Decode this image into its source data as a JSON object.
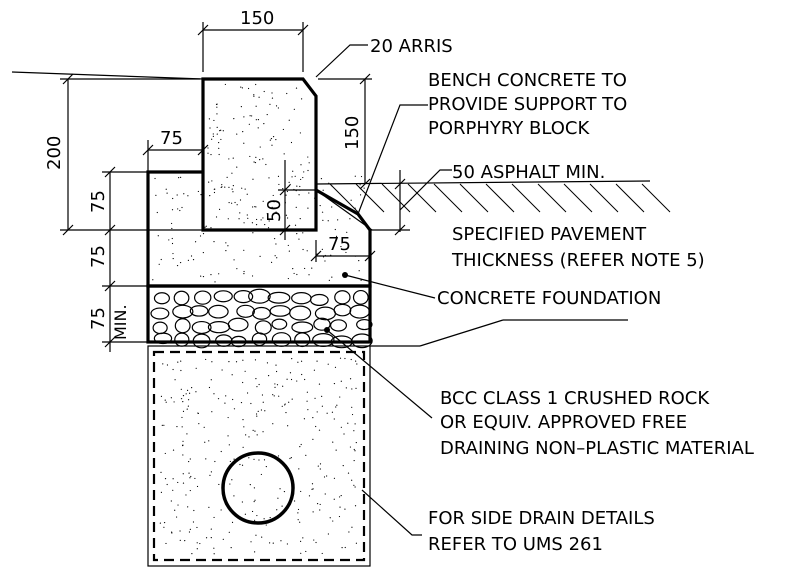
{
  "dimensions": {
    "kerb_width": "150",
    "kerb_height": "200",
    "upstand": "150",
    "ledge_width": "75",
    "layer1": "75",
    "layer2": "75",
    "layer3": "75",
    "layer3_suffix": "MIN.",
    "embed": "50",
    "bench_width": "75"
  },
  "labels": {
    "arris": "20 ARRIS",
    "bench_line1": "BENCH CONCRETE TO",
    "bench_line2": "PROVIDE SUPPORT TO",
    "bench_line3": "PORPHYRY BLOCK",
    "asphalt": "50 ASPHALT MIN.",
    "pavement_line1": "SPECIFIED PAVEMENT",
    "pavement_line2": "THICKNESS (REFER NOTE 5)",
    "foundation": "CONCRETE FOUNDATION",
    "rock_line1": "BCC CLASS 1 CRUSHED ROCK",
    "rock_line2": "OR EQUIV. APPROVED FREE",
    "rock_line3": "DRAINING NON–PLASTIC MATERIAL",
    "drain_line1": "FOR SIDE DRAIN DETAILS",
    "drain_line2": "REFER TO UMS 261"
  }
}
